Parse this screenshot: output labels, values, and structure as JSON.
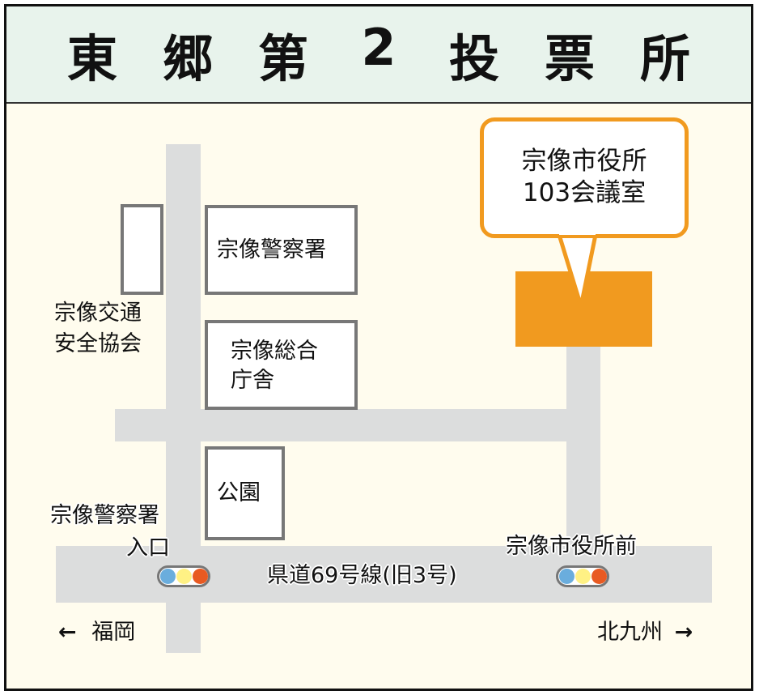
{
  "header": {
    "title_chars": [
      "東",
      "郷",
      "第",
      "2",
      "投",
      "票",
      "所"
    ],
    "title": "東郷第2投票所"
  },
  "callout": {
    "line1": "宗像市役所",
    "line2": "103会議室",
    "border_color": "#f19a1f"
  },
  "buildings": {
    "police": "宗像警察署",
    "sogo_line1": "宗像総合",
    "sogo_line2": "庁舎",
    "park": "公園"
  },
  "labels": {
    "kotsu_line1": "宗像交通",
    "kotsu_line2": "安全協会",
    "police_entrance_line1": "宗像警察署",
    "police_entrance_line2": "入口",
    "cityhall_front": "宗像市役所前",
    "main_road": "県道69号線(旧3号)"
  },
  "directions": {
    "left_arrow": "←",
    "left_label": "福岡",
    "right_label": "北九州",
    "right_arrow": "→"
  },
  "colors": {
    "header_bg": "#e8f3ec",
    "map_bg": "#fffcee",
    "road": "#dcdddd",
    "target": "#f19a1f",
    "signal_blue": "#6aaddd",
    "signal_yellow": "#fff184",
    "signal_red": "#e85a22"
  }
}
